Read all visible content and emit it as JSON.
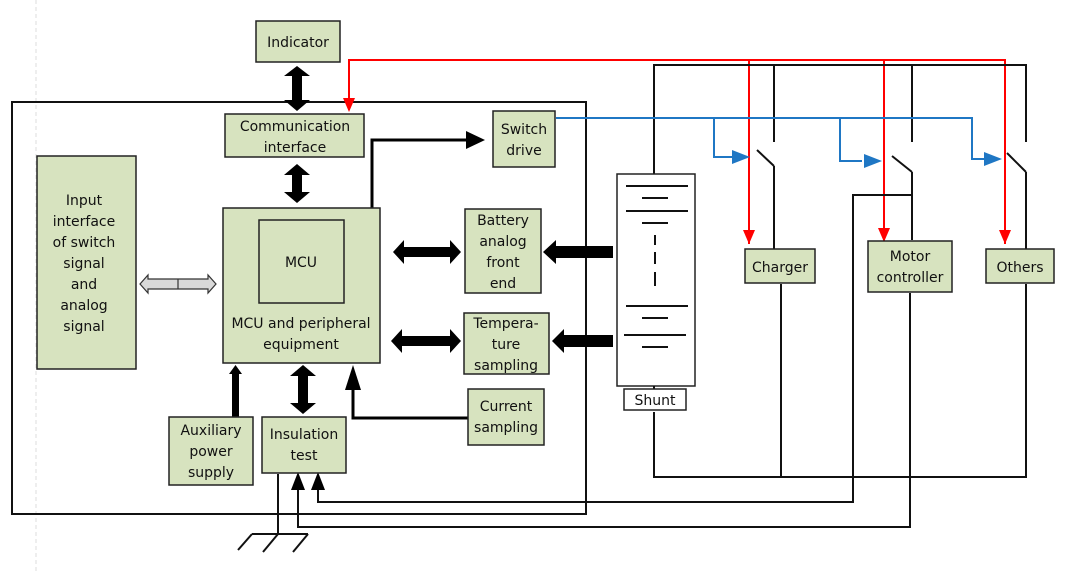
{
  "diagram": {
    "blocks": {
      "indicator": [
        "Indicator"
      ],
      "communication_interface": [
        "Communication",
        "interface"
      ],
      "switch_drive": [
        "Switch",
        "drive"
      ],
      "input_interface": [
        "Input",
        "interface",
        "of switch",
        "signal",
        "and",
        "analog",
        "signal"
      ],
      "mcu": [
        "MCU"
      ],
      "mcu_peripheral": [
        "MCU and peripheral",
        "equipment"
      ],
      "battery_afe": [
        "Battery",
        "analog",
        "front",
        "end"
      ],
      "temperature_sampling": [
        "Tempera-",
        "ture",
        "sampling"
      ],
      "current_sampling": [
        "Current",
        "sampling"
      ],
      "auxiliary_power": [
        "Auxiliary",
        "power",
        "supply"
      ],
      "insulation_test": [
        "Insulation",
        "test"
      ],
      "shunt": [
        "Shunt"
      ],
      "charger": [
        "Charger"
      ],
      "motor_controller": [
        "Motor",
        "controller"
      ],
      "others": [
        "Others"
      ]
    },
    "colors": {
      "block_fill": "#d7e3bf",
      "control_signal": "#ff0000",
      "switch_signal": "#1f77c4",
      "wire": "#111111"
    }
  }
}
